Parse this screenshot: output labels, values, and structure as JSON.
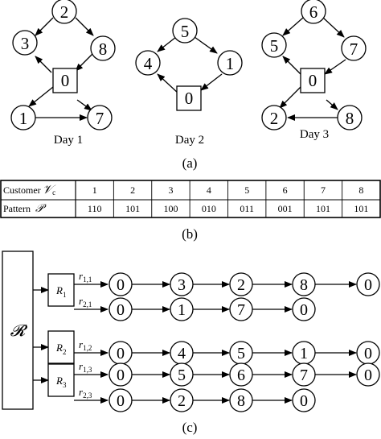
{
  "panel_a": {
    "label": "(a)",
    "days": [
      {
        "caption": "Day 1",
        "depot": "0",
        "nodes": [
          "2",
          "3",
          "8",
          "1",
          "7"
        ]
      },
      {
        "caption": "Day 2",
        "depot": "0",
        "nodes": [
          "5",
          "4",
          "1"
        ]
      },
      {
        "caption": "Day 3",
        "depot": "0",
        "nodes": [
          "6",
          "5",
          "7",
          "2",
          "8"
        ]
      }
    ]
  },
  "panel_b": {
    "label": "(b)",
    "row1_header": "Customer",
    "row1_symbol": "𝒱",
    "row1_sub": "c",
    "row2_header": "Pattern",
    "row2_symbol": "𝒫",
    "customers": [
      "1",
      "2",
      "3",
      "4",
      "5",
      "6",
      "7",
      "8"
    ],
    "patterns": [
      "110",
      "101",
      "100",
      "010",
      "011",
      "001",
      "101",
      "101"
    ]
  },
  "panel_c": {
    "label": "(c)",
    "root": "𝓡",
    "groups": [
      {
        "name": "R",
        "sub": "1",
        "routes": [
          {
            "label": "r",
            "sub": "1,1",
            "nodes": [
              "0",
              "3",
              "2",
              "8",
              "0"
            ]
          },
          {
            "label": "r",
            "sub": "2,1",
            "nodes": [
              "0",
              "1",
              "7",
              "0"
            ]
          }
        ]
      },
      {
        "name": "R",
        "sub": "2",
        "routes": [
          {
            "label": "r",
            "sub": "1,2",
            "nodes": [
              "0",
              "4",
              "5",
              "1",
              "0"
            ]
          }
        ]
      },
      {
        "name": "R",
        "sub": "3",
        "routes": [
          {
            "label": "r",
            "sub": "1,3",
            "nodes": [
              "0",
              "5",
              "6",
              "7",
              "0"
            ]
          },
          {
            "label": "r",
            "sub": "2,3",
            "nodes": [
              "0",
              "2",
              "8",
              "0"
            ]
          }
        ]
      }
    ]
  }
}
